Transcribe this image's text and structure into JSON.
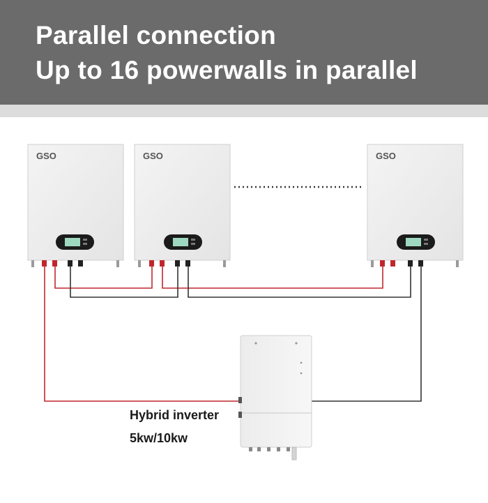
{
  "header": {
    "title_line1": "Parallel connection",
    "title_line2": "Up to 16 powerwalls in parallel"
  },
  "batteries": [
    {
      "brand": "GSO"
    },
    {
      "brand": "GSO"
    },
    {
      "brand": "GSO"
    }
  ],
  "inverter": {
    "label": "Hybrid inverter",
    "power": "5kw/10kw"
  },
  "colors": {
    "header_bg": "#6b6b6b",
    "positive_wire": "#c0272d",
    "negative_wire": "#333333",
    "terminal_red": "#c0272d"
  }
}
